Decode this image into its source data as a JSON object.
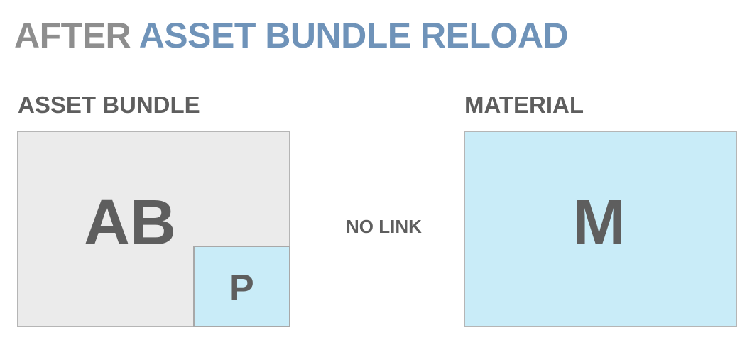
{
  "title": {
    "prefix": "AFTER",
    "highlight": "ASSET BUNDLE RELOAD"
  },
  "asset_bundle": {
    "label": "ASSET BUNDLE",
    "box_text": "AB",
    "inner_box_text": "P"
  },
  "relation": {
    "text": "NO LINK"
  },
  "material": {
    "label": "MATERIAL",
    "box_text": "M"
  },
  "colors": {
    "title_gray": "#8e8e8e",
    "title_blue": "#6f93b9",
    "asset_bundle_fill": "#ebebeb",
    "light_blue_fill": "#c9ecf8",
    "text_dark": "#5e5e5e"
  }
}
